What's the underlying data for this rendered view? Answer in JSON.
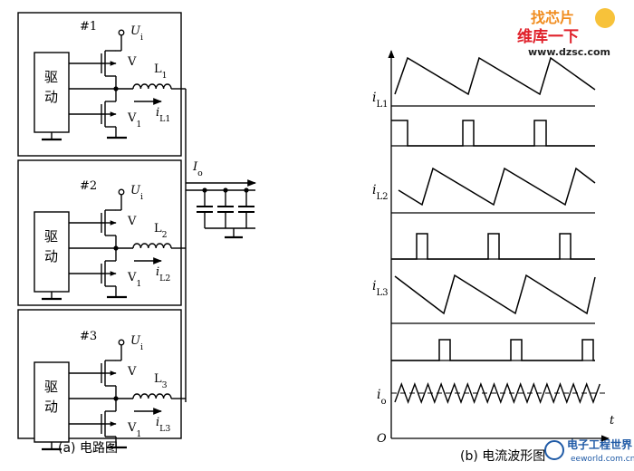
{
  "watermark_top": {
    "logo_text": "找芯片",
    "brand": "维库一下",
    "url": "www.dzsc.com",
    "brand_color": "#e0212b",
    "logo_color": "#f08c1e"
  },
  "watermark_bottom": {
    "brand": "电子工程世界",
    "url": "eeworld.com.cn",
    "brand_color": "#1f5aa6"
  },
  "circuit": {
    "caption": "(a)  电路图",
    "output_current": "I",
    "output_current_sub": "o",
    "phases": [
      {
        "number": "#1",
        "driver": [
          "驱",
          "动"
        ],
        "supply": "U",
        "supply_sub": "i",
        "switch_top": "V",
        "switch_bot": "V",
        "switch_bot_sub": "1",
        "inductor": "L",
        "inductor_sub": "1",
        "current": "i",
        "current_sub": "L1"
      },
      {
        "number": "#2",
        "driver": [
          "驱",
          "动"
        ],
        "supply": "U",
        "supply_sub": "i",
        "switch_top": "V",
        "switch_bot": "V",
        "switch_bot_sub": "1",
        "inductor": "L",
        "inductor_sub": "2",
        "current": "i",
        "current_sub": "L2"
      },
      {
        "number": "#3",
        "driver": [
          "驱",
          "动"
        ],
        "supply": "U",
        "supply_sub": "i",
        "switch_top": "V",
        "switch_bot": "V",
        "switch_bot_sub": "1",
        "inductor": "L",
        "inductor_sub": "3",
        "current": "i",
        "current_sub": "L3"
      }
    ]
  },
  "waveforms": {
    "caption": "(b)  电流波形图",
    "origin_label": "O",
    "time_label": "t",
    "traces": [
      {
        "label": "i",
        "label_sub": "L1"
      },
      {
        "label": "i",
        "label_sub": "L2"
      },
      {
        "label": "i",
        "label_sub": "L3"
      },
      {
        "label": "i",
        "label_sub": "o"
      }
    ]
  }
}
